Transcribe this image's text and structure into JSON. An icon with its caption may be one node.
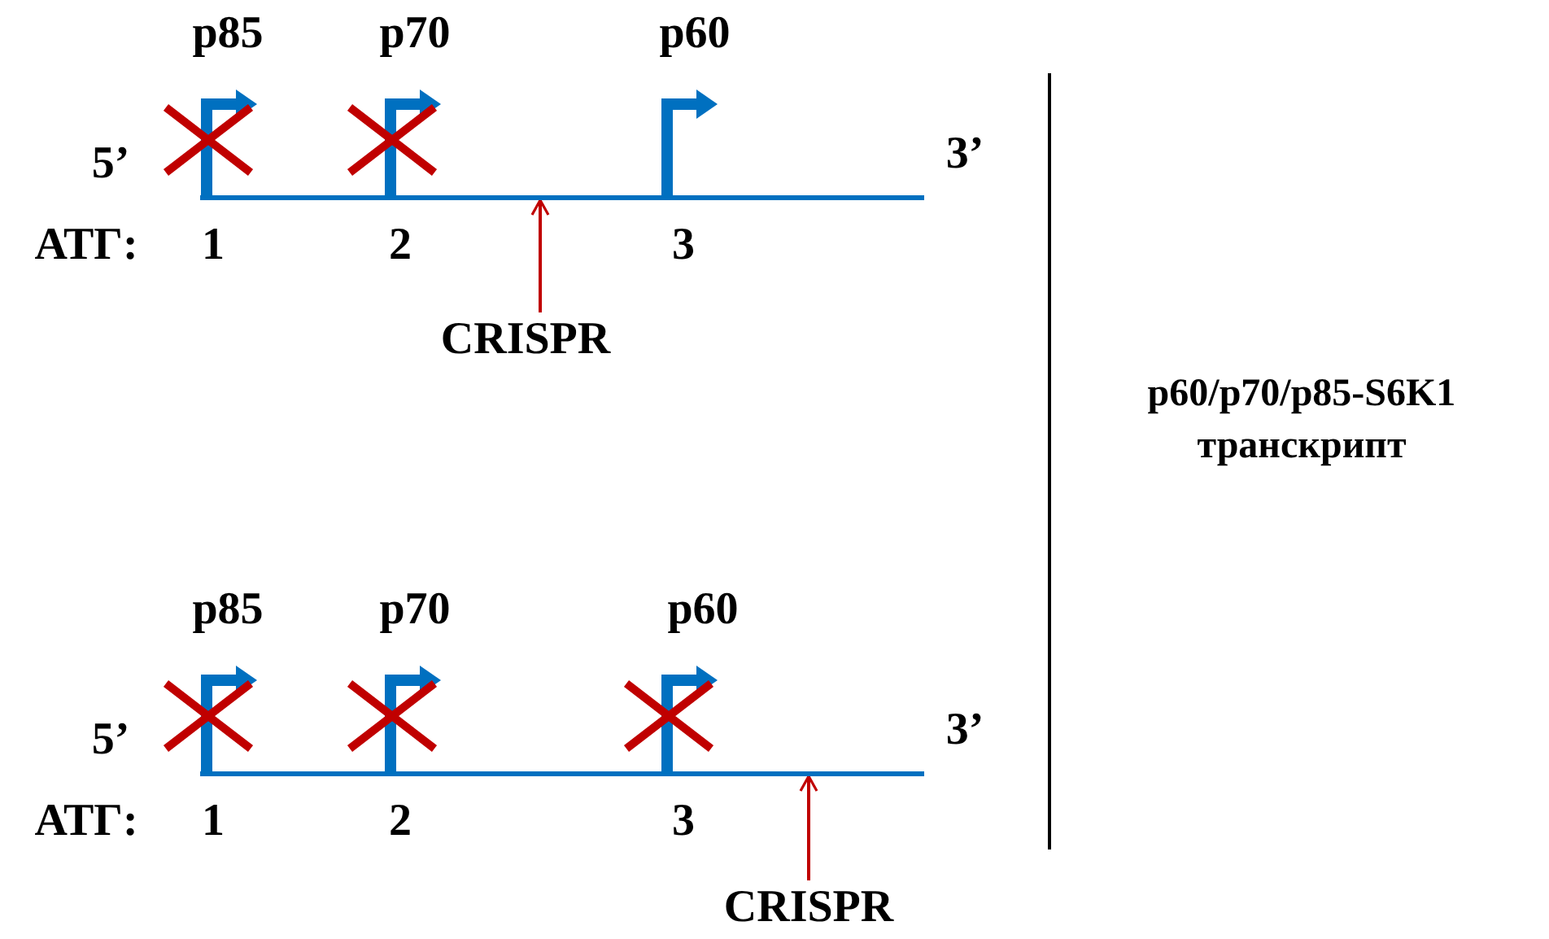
{
  "diagram": {
    "nodes": [
      {
        "text": [],
        "shape": "bar"
      },
      {
        "text": [
          "CRISPR"
        ]
      },
      {
        "text": [],
        "shape": "bar"
      },
      {
        "text": [
          "CRISPR"
        ]
      }
    ],
    "edges": [
      {
        "from": 1,
        "to": 0,
        "arrow": "to"
      },
      {
        "from": 3,
        "to": 2,
        "arrow": "to"
      }
    ],
    "labels": [
      "p85",
      "p70",
      "p60",
      "5’",
      "3’",
      "АТГ:",
      "1",
      "2",
      "3",
      "p60/p70/p85-S6K1 транскрипт",
      "p85",
      "p70",
      "p60",
      "5’",
      "3’",
      "АТГ:",
      "1",
      "2",
      "3"
    ]
  }
}
